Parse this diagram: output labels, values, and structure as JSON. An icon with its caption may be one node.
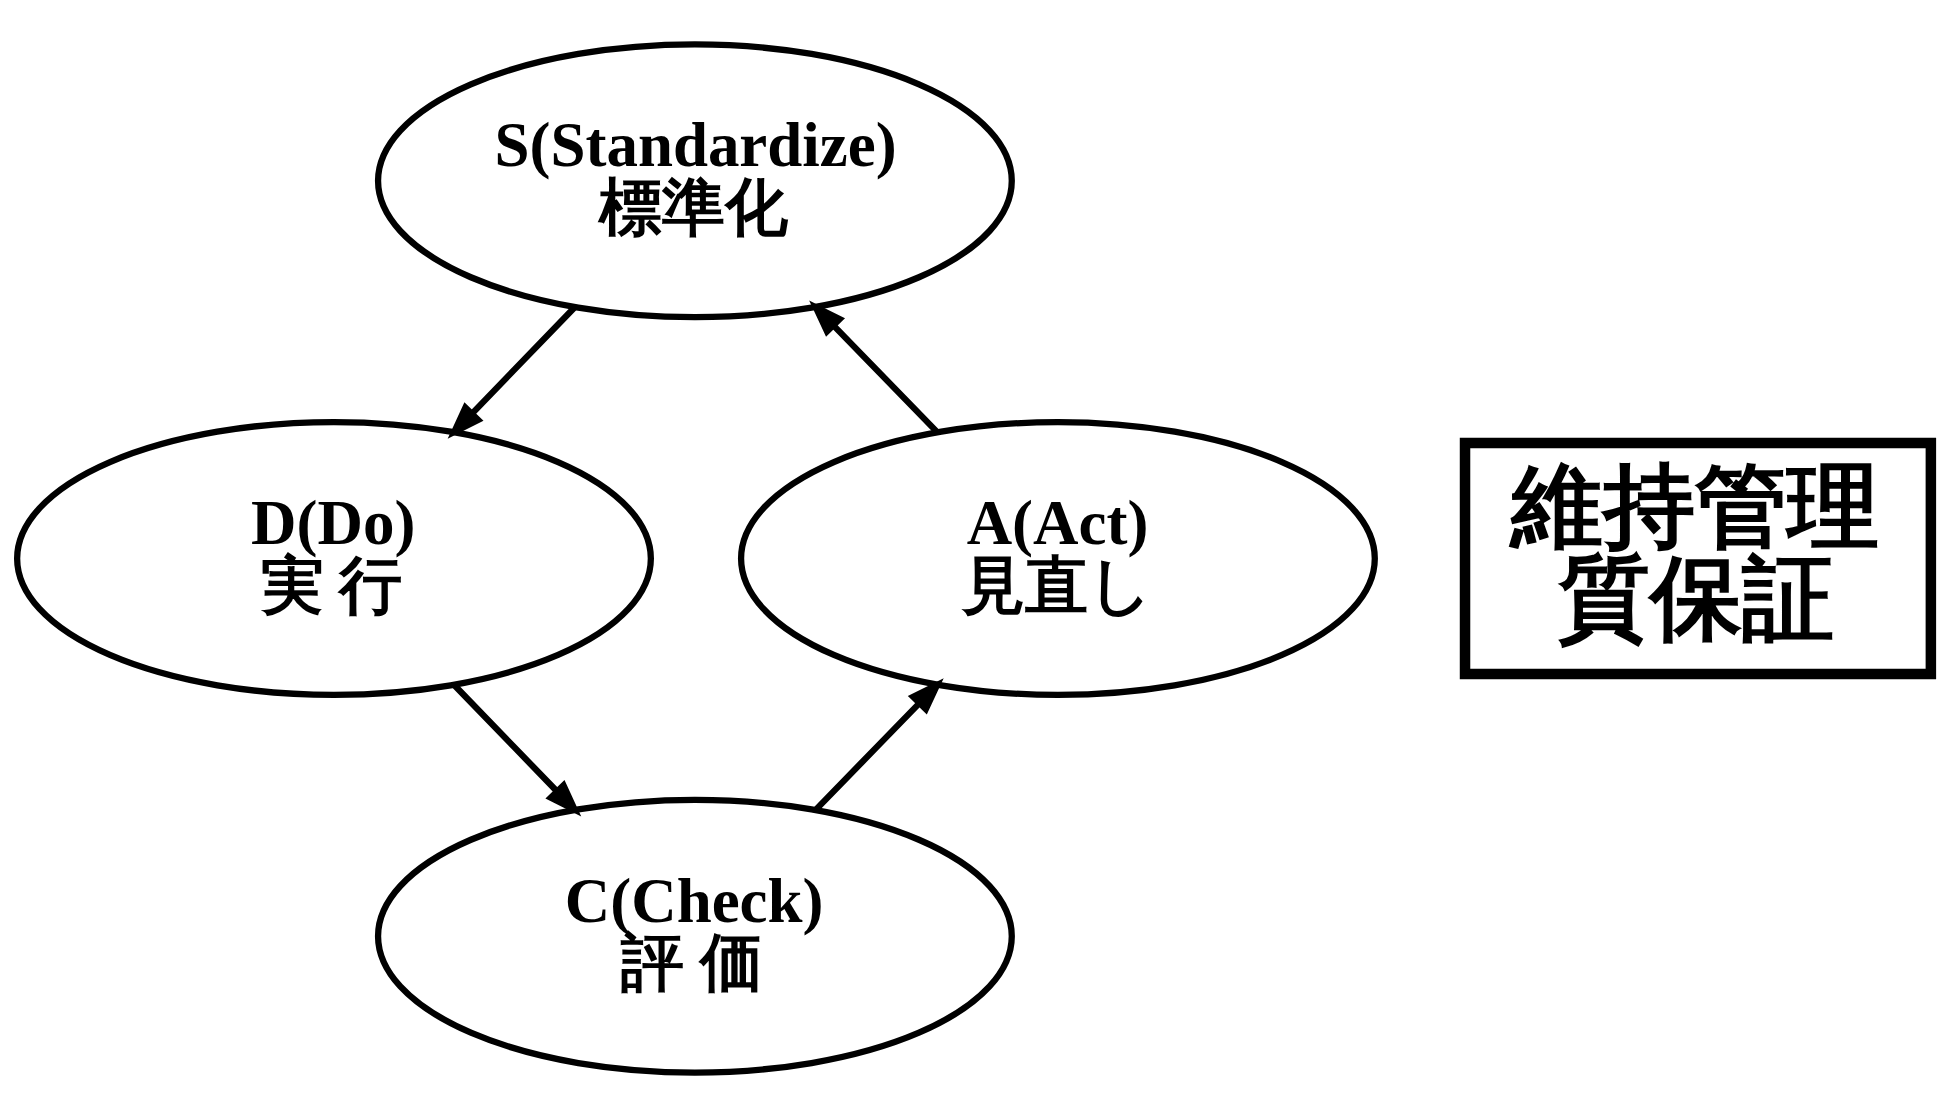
{
  "diagram": {
    "nodes": [
      {
        "text": [
          "S(Standardize)",
          "標準化"
        ]
      },
      {
        "text": [
          "D(Do)",
          "実 行"
        ]
      },
      {
        "text": [
          "C(Check)",
          "評 価"
        ]
      },
      {
        "text": [
          "A(Act)",
          "見直し"
        ]
      },
      {
        "text": [
          "維持管理",
          "質保証"
        ]
      }
    ],
    "edges": [
      {
        "from": 0,
        "to": 1,
        "arrow": "to"
      },
      {
        "from": 1,
        "to": 2,
        "arrow": "to"
      },
      {
        "from": 2,
        "to": 3,
        "arrow": "to"
      },
      {
        "from": 3,
        "to": 0,
        "arrow": "to"
      }
    ]
  }
}
